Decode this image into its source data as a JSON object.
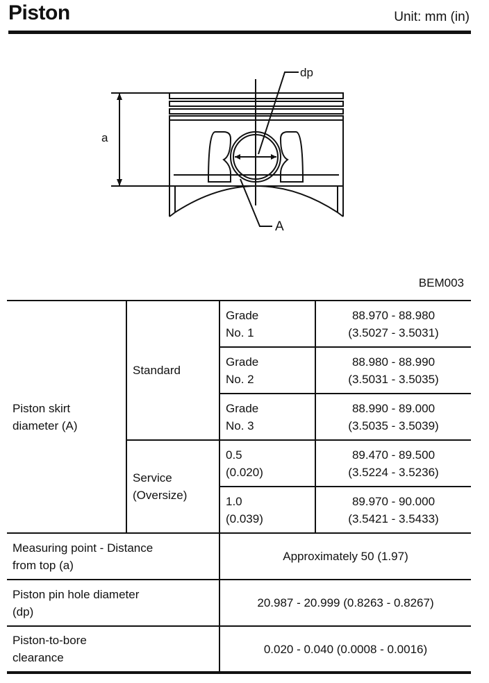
{
  "header": {
    "title": "Piston",
    "unit": "Unit: mm (in)"
  },
  "diagram": {
    "label_dp": "dp",
    "label_a_small": "a",
    "label_A": "A",
    "figure_id": "BEM003"
  },
  "table": {
    "skirt_label": [
      "Piston skirt",
      "diameter (A)"
    ],
    "standard_label": "Standard",
    "service_label": [
      "Service",
      "(Oversize)"
    ],
    "rows": [
      {
        "grade": [
          "Grade",
          "No. 1"
        ],
        "value": [
          "88.970 - 88.980",
          "(3.5027 - 3.5031)"
        ]
      },
      {
        "grade": [
          "Grade",
          "No. 2"
        ],
        "value": [
          "88.980 - 88.990",
          "(3.5031 - 3.5035)"
        ]
      },
      {
        "grade": [
          "Grade",
          "No. 3"
        ],
        "value": [
          "88.990 - 89.000",
          "(3.5035 - 3.5039)"
        ]
      },
      {
        "grade": [
          "0.5",
          "(0.020)"
        ],
        "value": [
          "89.470 - 89.500",
          "(3.5224 - 3.5236)"
        ]
      },
      {
        "grade": [
          "1.0",
          "(0.039)"
        ],
        "value": [
          "89.970 - 90.000",
          "(3.5421 - 3.5433)"
        ]
      }
    ],
    "measuring_point": {
      "label": [
        "Measuring point - Distance",
        "from top (a)"
      ],
      "value": "Approximately 50 (1.97)"
    },
    "pin_hole": {
      "label": [
        "Piston pin hole diameter",
        "(dp)"
      ],
      "value": "20.987 - 20.999 (0.8263 - 0.8267)"
    },
    "clearance": {
      "label": [
        "Piston-to-bore",
        "clearance"
      ],
      "value": "0.020 - 0.040 (0.0008 - 0.0016)"
    }
  }
}
